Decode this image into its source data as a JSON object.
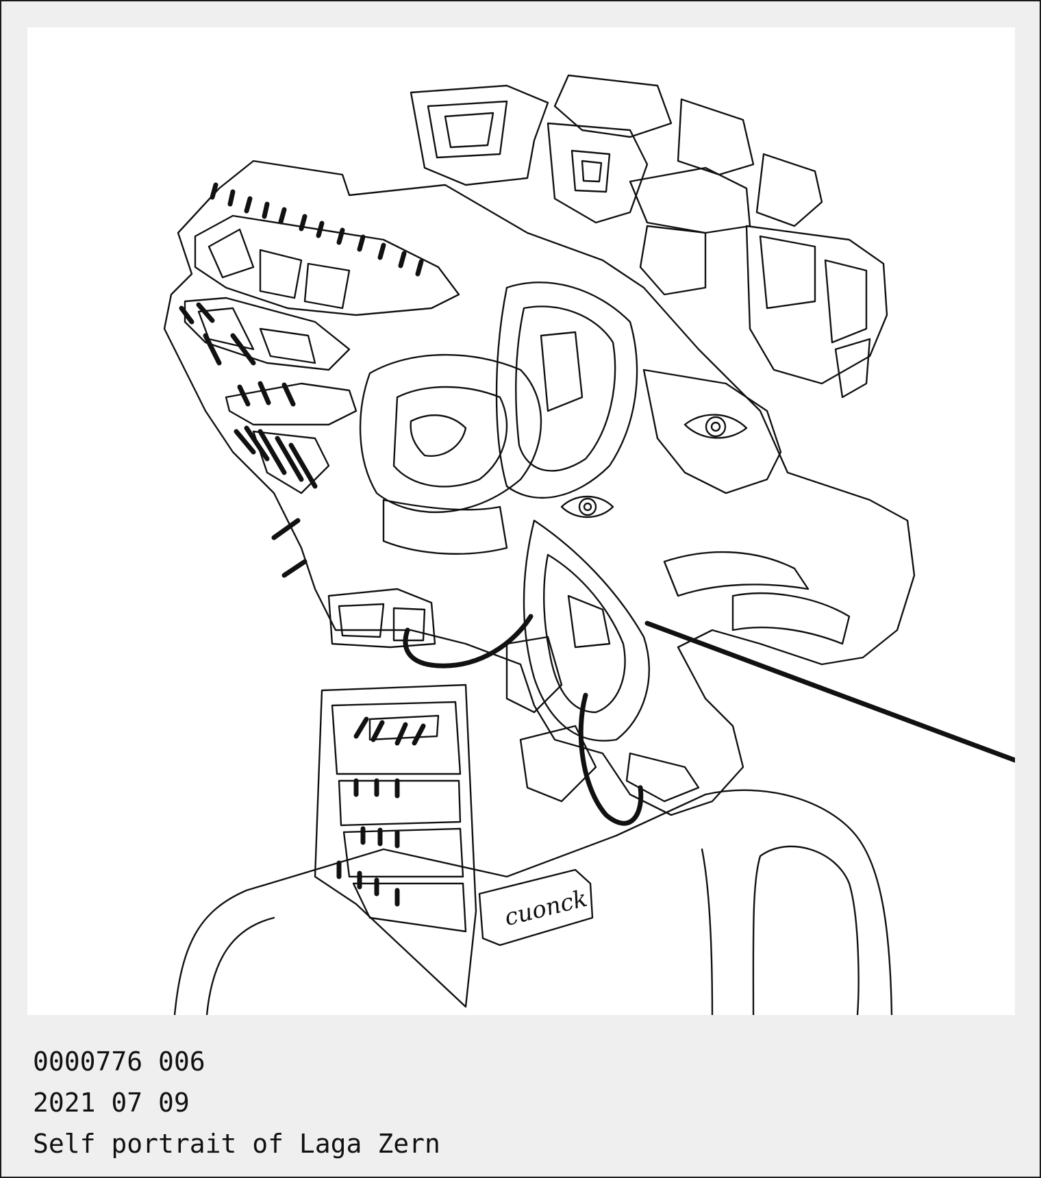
{
  "caption": {
    "id_line": "0000776 006",
    "date_line": "2021 07 09",
    "title_line": "Self portrait of Laga Zern"
  },
  "artwork": {
    "signature": "cuonck",
    "colors": {
      "card_background": "#efefef",
      "canvas": "#ffffff",
      "ink": "#111111",
      "border": "#1a1a1a"
    }
  }
}
